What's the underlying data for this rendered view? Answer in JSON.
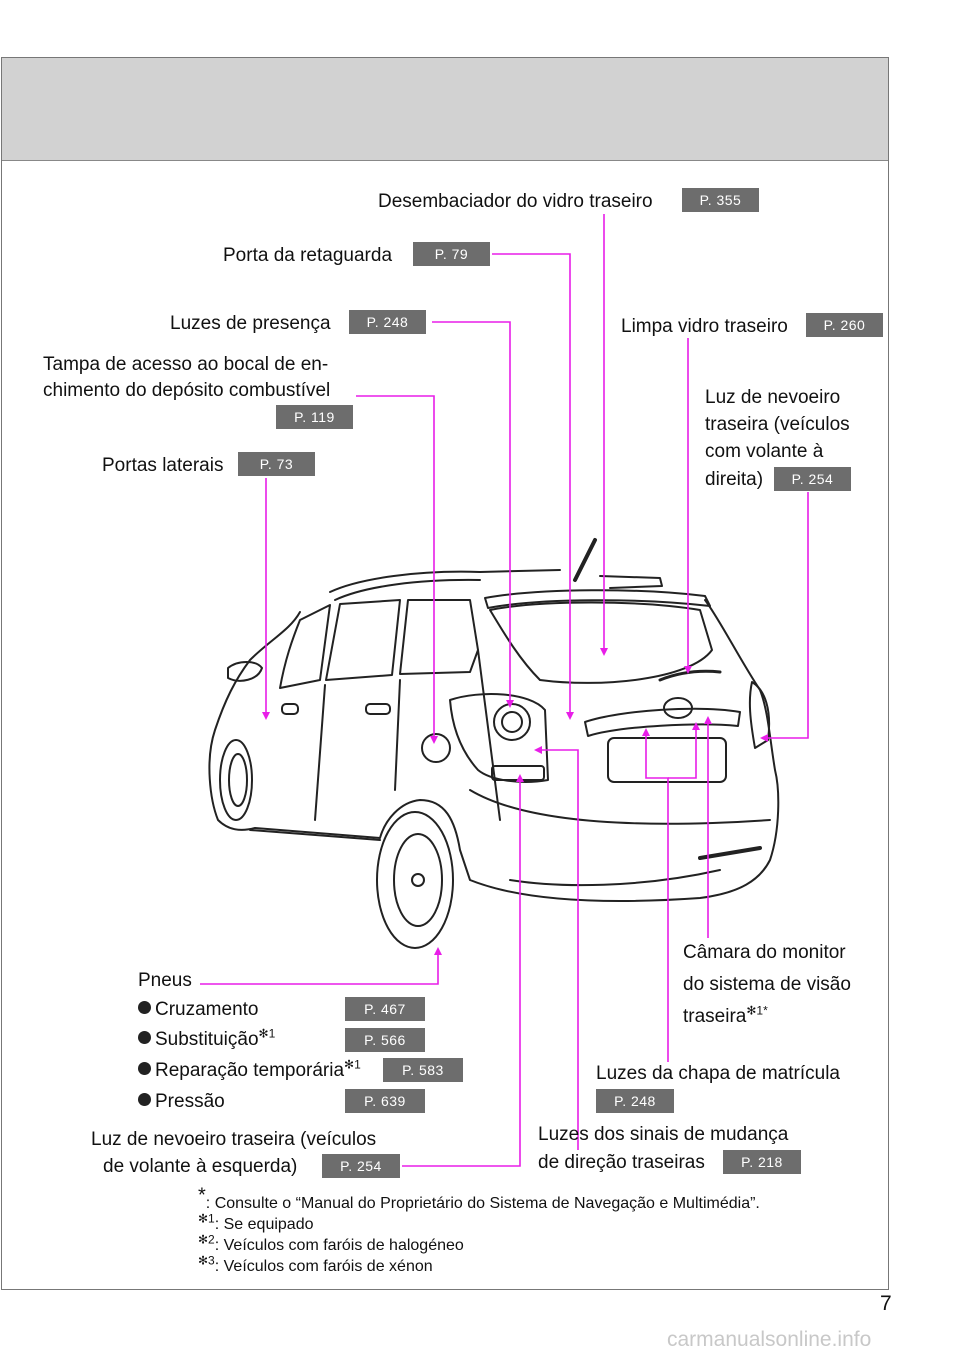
{
  "callouts": {
    "desembaciador": {
      "text": "Desembaciador do vidro traseiro",
      "ref": "P. 355"
    },
    "porta_retaguarda": {
      "text": "Porta da retaguarda",
      "ref": "P. 79"
    },
    "luzes_presenca": {
      "text": "Luzes de presença",
      "ref": "P. 248"
    },
    "limpa_vidro": {
      "text": "Limpa vidro traseiro",
      "ref": "P. 260"
    },
    "tampa_combustivel": {
      "line1": "Tampa de acesso ao bocal de en-",
      "line2": "chimento do depósito combustível",
      "ref": "P. 119"
    },
    "nevoeiro_direita": {
      "line1": "Luz de nevoeiro",
      "line2": "traseira (veículos",
      "line3": "com volante à",
      "line4": "direita)",
      "ref": "P. 254"
    },
    "portas_laterais": {
      "text": "Portas laterais",
      "ref": "P. 73"
    },
    "pneus": {
      "title": "Pneus",
      "items": [
        {
          "label": "Cruzamento",
          "mark": "",
          "ref": "P. 467"
        },
        {
          "label": "Substituição",
          "mark": "✻1",
          "ref": "P. 566"
        },
        {
          "label": "Reparação temporária",
          "mark": "✻1",
          "ref": "P. 583"
        },
        {
          "label": "Pressão",
          "mark": "",
          "ref": "P. 639"
        }
      ]
    },
    "camara": {
      "line1": "Câmara do monitor",
      "line2": "do sistema de visão",
      "line3": "traseira",
      "mark": "✻1*"
    },
    "chapa_matricula": {
      "text": "Luzes da chapa de matrícula",
      "ref": "P. 248"
    },
    "nevoeiro_esquerda": {
      "line1": "Luz de nevoeiro traseira (veículos",
      "line2": "de volante à esquerda)",
      "ref": "P. 254"
    },
    "sinais_mudanca": {
      "line1": "Luzes dos sinais de mudança",
      "line2": "de direção traseiras",
      "ref": "P. 218"
    }
  },
  "footnotes": [
    {
      "mark": "*",
      "text": ": Consulte o “Manual do Proprietário do Sistema de Navegação e Multimédia”."
    },
    {
      "mark": "✻1",
      "text": ": Se equipado"
    },
    {
      "mark": "✻2",
      "text": ": Veículos com faróis de halogéneo"
    },
    {
      "mark": "✻3",
      "text": ": Veículos com faróis de xénon"
    }
  ],
  "page_number": "7",
  "watermark": "carmanualsonline.info",
  "colors": {
    "leader": "#e81ee8",
    "ref_badge": "#6d6d6d",
    "header_band": "#d2d2d2"
  }
}
